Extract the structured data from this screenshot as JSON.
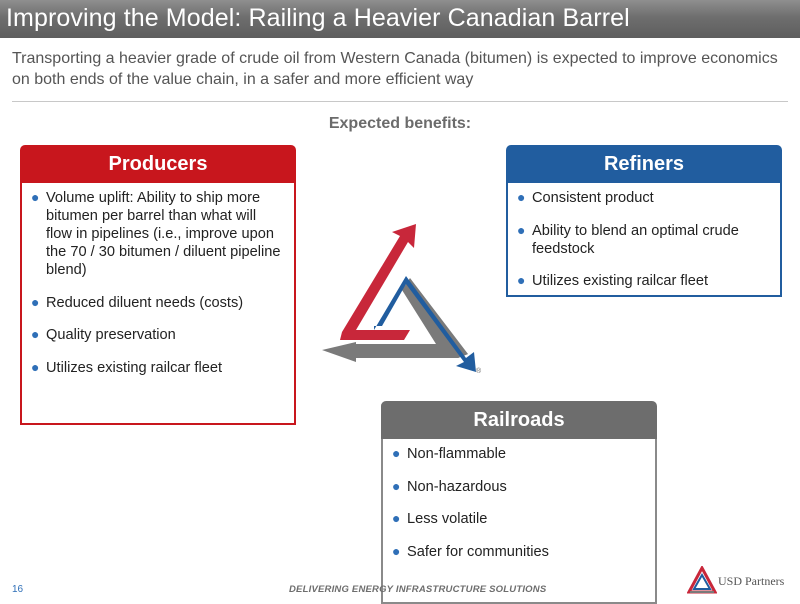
{
  "title": "Improving the Model: Railing a Heavier Canadian Barrel",
  "subtitle": "Transporting a heavier grade of crude oil from Western Canada (bitumen) is expected to improve economics on both ends of the value chain, in a safer and more efficient way",
  "benefits_label": "Expected benefits:",
  "producers": {
    "title": "Producers",
    "items": [
      "Volume uplift:  Ability to ship more bitumen per barrel than what will flow in pipelines (i.e., improve upon the 70 / 30 bitumen / diluent pipeline blend)",
      "Reduced diluent needs (costs)",
      "Quality preservation",
      "Utilizes existing railcar fleet"
    ]
  },
  "refiners": {
    "title": "Refiners",
    "items": [
      "Consistent product",
      "Ability to blend an optimal crude feedstock",
      "Utilizes existing railcar fleet"
    ]
  },
  "railroads": {
    "title": "Railroads",
    "items": [
      "Non-flammable",
      "Non-hazardous",
      "Less volatile",
      "Safer for communities"
    ]
  },
  "cycle_mark": "®",
  "footer": {
    "page_number": "16",
    "tagline": "DELIVERING ENERGY INFRASTRUCTURE SOLUTIONS",
    "company": "USD Partners"
  },
  "colors": {
    "producers": "#c8161d",
    "refiners": "#215d9f",
    "railroads": "#6d6d6d",
    "bullet": "#2f6fb7"
  }
}
